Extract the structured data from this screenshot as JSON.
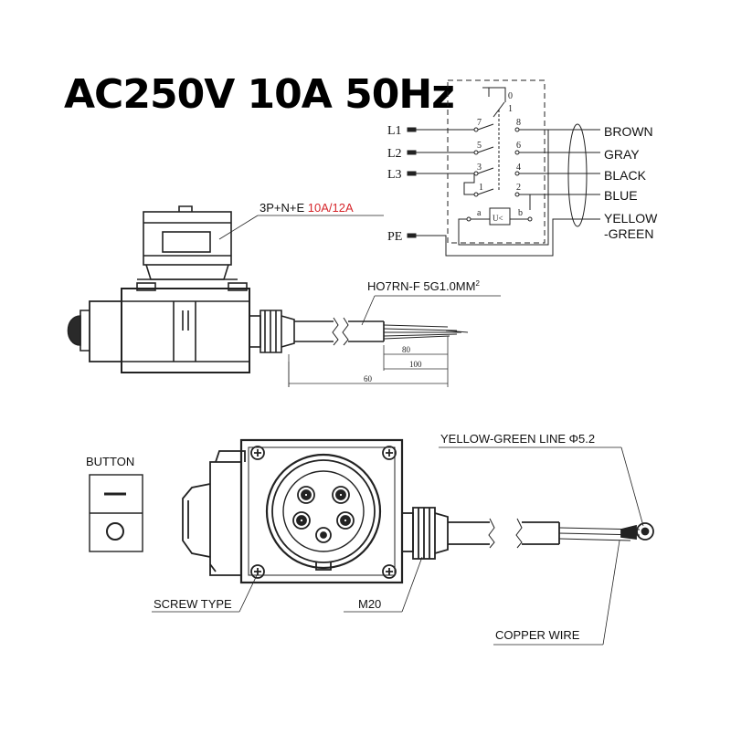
{
  "title": "AC250V 10A 50Hz",
  "socket_label": {
    "prefix": "3P+N+E ",
    "rating": "10A/12A",
    "rating_color": "#d6262b"
  },
  "cable_spec": "HO7RN-F 5G1.0MM",
  "cable_spec_sup": "2",
  "dimensions": {
    "d80": "80",
    "d100": "100",
    "d60": "60"
  },
  "schematic": {
    "lines": [
      "L1",
      "L2",
      "L3",
      "PE"
    ],
    "wires": [
      "BROWN",
      "GRAY",
      "BLACK",
      "BLUE",
      "YELLOW",
      "-GREEN"
    ],
    "pins": [
      "0",
      "1",
      "7",
      "8",
      "5",
      "6",
      "3",
      "4",
      "1",
      "2",
      "a",
      "b",
      "U<"
    ]
  },
  "callouts": {
    "button": "BUTTON",
    "yellow_green_line": "YELLOW-GREEN LINE Φ5.2",
    "screw_type": "SCREW TYPE",
    "m20": "M20",
    "copper_wire": "COPPER WIRE"
  }
}
